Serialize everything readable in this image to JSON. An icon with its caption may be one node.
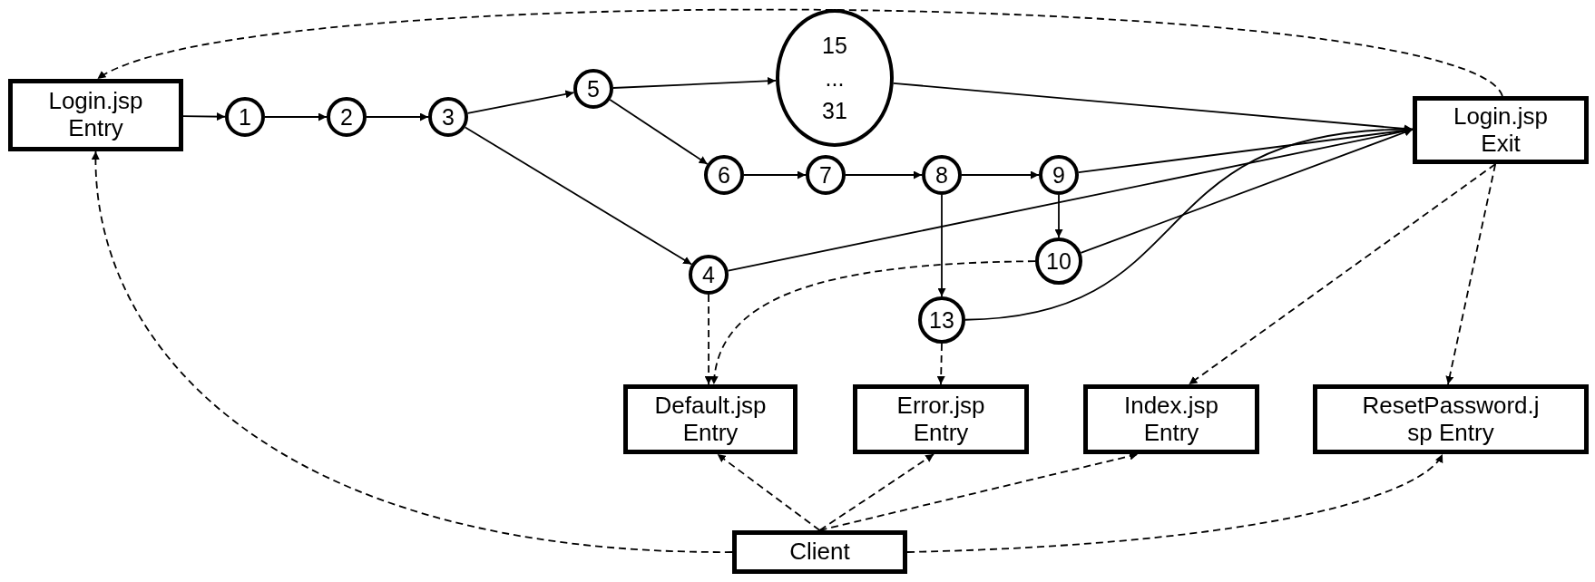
{
  "diagram": {
    "nodes": [
      {
        "text": [
          "Login.jsp Entry"
        ]
      },
      {
        "text": [
          "1"
        ]
      },
      {
        "text": [
          "2"
        ]
      },
      {
        "text": [
          "3"
        ]
      },
      {
        "text": [
          "5"
        ]
      },
      {
        "text": [
          "15 ... 31"
        ]
      },
      {
        "text": [
          "6"
        ]
      },
      {
        "text": [
          "7"
        ]
      },
      {
        "text": [
          "8"
        ]
      },
      {
        "text": [
          "9"
        ]
      },
      {
        "text": [
          "10"
        ]
      },
      {
        "text": [
          "4"
        ]
      },
      {
        "text": [
          "13"
        ]
      },
      {
        "text": [
          "Login.jsp Exit"
        ]
      },
      {
        "text": [
          "Default.jsp Entry"
        ]
      },
      {
        "text": [
          "Error.jsp Entry"
        ]
      },
      {
        "text": [
          "Index.jsp Entry"
        ]
      },
      {
        "text": [
          "ResetPassword.j sp Entry"
        ]
      },
      {
        "text": [
          "Client"
        ]
      }
    ],
    "edges": [
      {
        "from": 0,
        "to": 1,
        "arrow": "to"
      },
      {
        "from": 1,
        "to": 2,
        "arrow": "to"
      },
      {
        "from": 2,
        "to": 3,
        "arrow": "to"
      },
      {
        "from": 3,
        "to": 4,
        "arrow": "to"
      },
      {
        "from": 3,
        "to": 11,
        "arrow": "to"
      },
      {
        "from": 4,
        "to": 5,
        "arrow": "to"
      },
      {
        "from": 4,
        "to": 6,
        "arrow": "to"
      },
      {
        "from": 6,
        "to": 7,
        "arrow": "to"
      },
      {
        "from": 7,
        "to": 8,
        "arrow": "to"
      },
      {
        "from": 8,
        "to": 9,
        "arrow": "to"
      },
      {
        "from": 9,
        "to": 10,
        "arrow": "to"
      },
      {
        "from": 8,
        "to": 12,
        "arrow": "to"
      },
      {
        "from": 5,
        "to": 13,
        "arrow": "to"
      },
      {
        "from": 9,
        "to": 13,
        "arrow": "to"
      },
      {
        "from": 11,
        "to": 13,
        "arrow": "to"
      },
      {
        "from": 10,
        "to": 13,
        "arrow": "to"
      },
      {
        "from": 12,
        "to": 13,
        "arrow": "to"
      },
      {
        "from": 11,
        "to": 14,
        "arrow": "to",
        "style": "dashed"
      },
      {
        "from": 10,
        "to": 14,
        "arrow": "to",
        "style": "dashed"
      },
      {
        "from": 12,
        "to": 15,
        "arrow": "to",
        "style": "dashed"
      },
      {
        "from": 13,
        "to": 16,
        "arrow": "to",
        "style": "dashed"
      },
      {
        "from": 13,
        "to": 17,
        "arrow": "to",
        "style": "dashed"
      },
      {
        "from": 13,
        "to": 0,
        "arrow": "to",
        "style": "dashed"
      },
      {
        "from": 18,
        "to": 0,
        "arrow": "to",
        "style": "dashed"
      },
      {
        "from": 18,
        "to": 14,
        "arrow": "to",
        "style": "dashed"
      },
      {
        "from": 18,
        "to": 15,
        "arrow": "to",
        "style": "dashed"
      },
      {
        "from": 18,
        "to": 16,
        "arrow": "to",
        "style": "dashed"
      },
      {
        "from": 18,
        "to": 17,
        "arrow": "to",
        "style": "dashed"
      }
    ]
  }
}
